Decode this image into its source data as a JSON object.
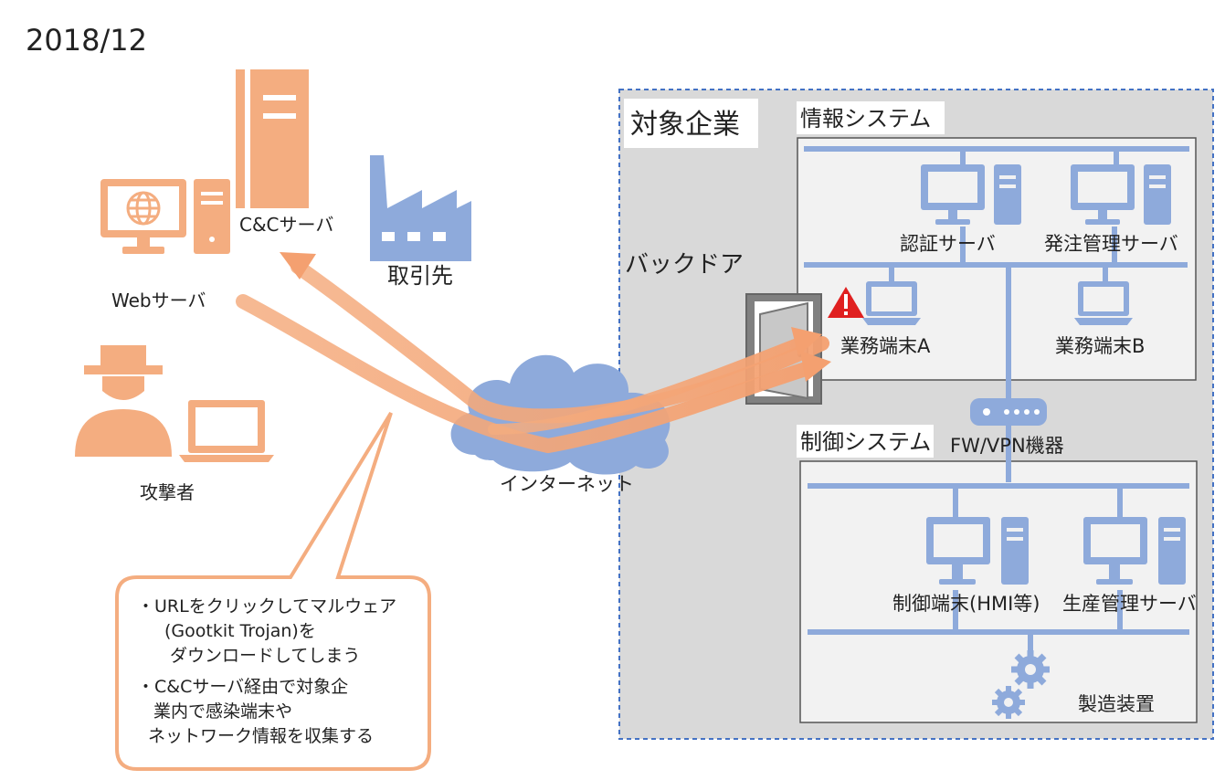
{
  "date": "2018/12",
  "left": {
    "web_server": "Webサーバ",
    "cc_server": "C&Cサーバ",
    "partner": "取引先",
    "attacker": "攻撃者",
    "internet": "インターネット",
    "callout_lines": [
      "・URLをクリックしてマルウェア",
      "(Gootkit Trojan)を",
      "ダウンロードしてしまう",
      "・C&Cサーバ経由で対象企",
      "業内で感染端末や",
      "ネットワーク情報を収集する"
    ]
  },
  "enterprise": {
    "title": "対象企業",
    "backdoor": "バックドア",
    "fw_vpn": "FW/VPN機器",
    "info_system": {
      "title": "情報システム",
      "auth_server": "認証サーバ",
      "order_server": "発注管理サーバ",
      "terminal_a": "業務端末A",
      "terminal_b": "業務端末B"
    },
    "control_system": {
      "title": "制御システム",
      "control_terminal": "制御端末(HMI等)",
      "production_server": "生産管理サーバ",
      "manufacturing": "製造装置"
    }
  },
  "colors": {
    "orange": "#f4ad80",
    "orange_dark": "#f0995e",
    "blue": "#8eaadb",
    "gray_bg": "#d9d9d9",
    "panel_bg": "#f2f2f2",
    "dashed_border": "#4472c4",
    "warning_red": "#e02020"
  }
}
